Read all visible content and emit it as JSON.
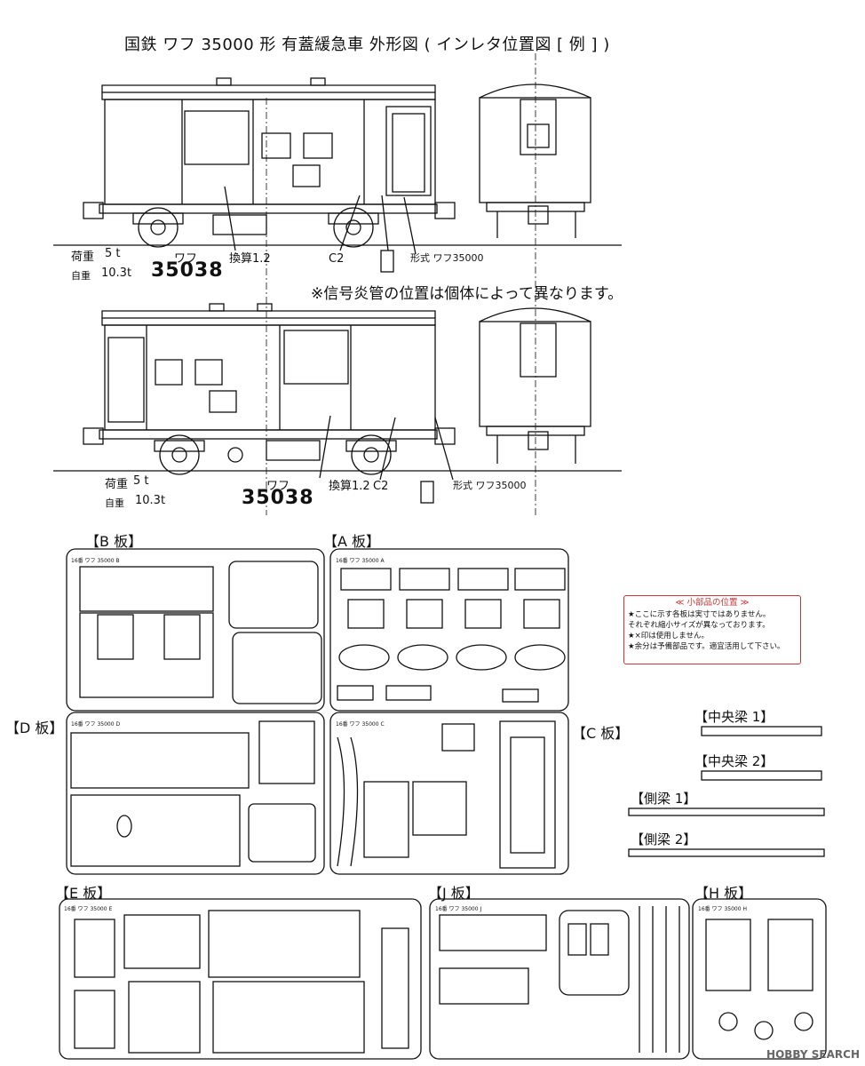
{
  "title": "国鉄 ワフ 35000 形 有蓋緩急車 外形図 ( インレタ位置図 [ 例 ] )",
  "note": "※信号炎管の位置は個体によって異なります。",
  "car1": {
    "load_label": "荷重",
    "load_value": "5 t",
    "weight_label": "自重",
    "weight_value": "10.3t",
    "kana": "ワフ",
    "number": "35038",
    "conversion": "換算1.2",
    "c2": "C2",
    "type": "形式 ワフ35000"
  },
  "car2": {
    "load_label": "荷重",
    "load_value": "5 t",
    "weight_label": "自重",
    "weight_value": "10.3t",
    "kana": "ワフ",
    "number": "35038",
    "conversion": "換算1.2",
    "c2": "C2",
    "type": "形式 ワフ35000"
  },
  "plates": {
    "b": "【B 板】",
    "a": "【A 板】",
    "d": "【D 板】",
    "c": "【C 板】",
    "e": "【E 板】",
    "j": "【J 板】",
    "h": "【H 板】",
    "b_id": "16番 ワフ 35000 B",
    "a_id": "16番 ワフ 35000 A",
    "d_id": "16番 ワフ 35000 D",
    "c_id": "16番 ワフ 35000 C",
    "e_id": "16番 ワフ 35000 E",
    "j_id": "16番 ワフ 35000 J",
    "h_id": "16番 ワフ 35000 H"
  },
  "beams": {
    "center1": "【中央梁 1】",
    "center2": "【中央梁 2】",
    "side1": "【側梁 1】",
    "side2": "【側梁 2】"
  },
  "small_parts": {
    "header": "≪ 小部品の位置 ≫",
    "lines": [
      "★ここに示す各板は実寸ではありません。",
      "それぞれ縮小サイズが異なっております。",
      "★×印は使用しません。",
      "★余分は予備部品です。適宜活用して下さい。"
    ]
  },
  "watermark": "HOBBY SEARCH",
  "colors": {
    "line": "#111111",
    "accent": "#cc3333"
  }
}
